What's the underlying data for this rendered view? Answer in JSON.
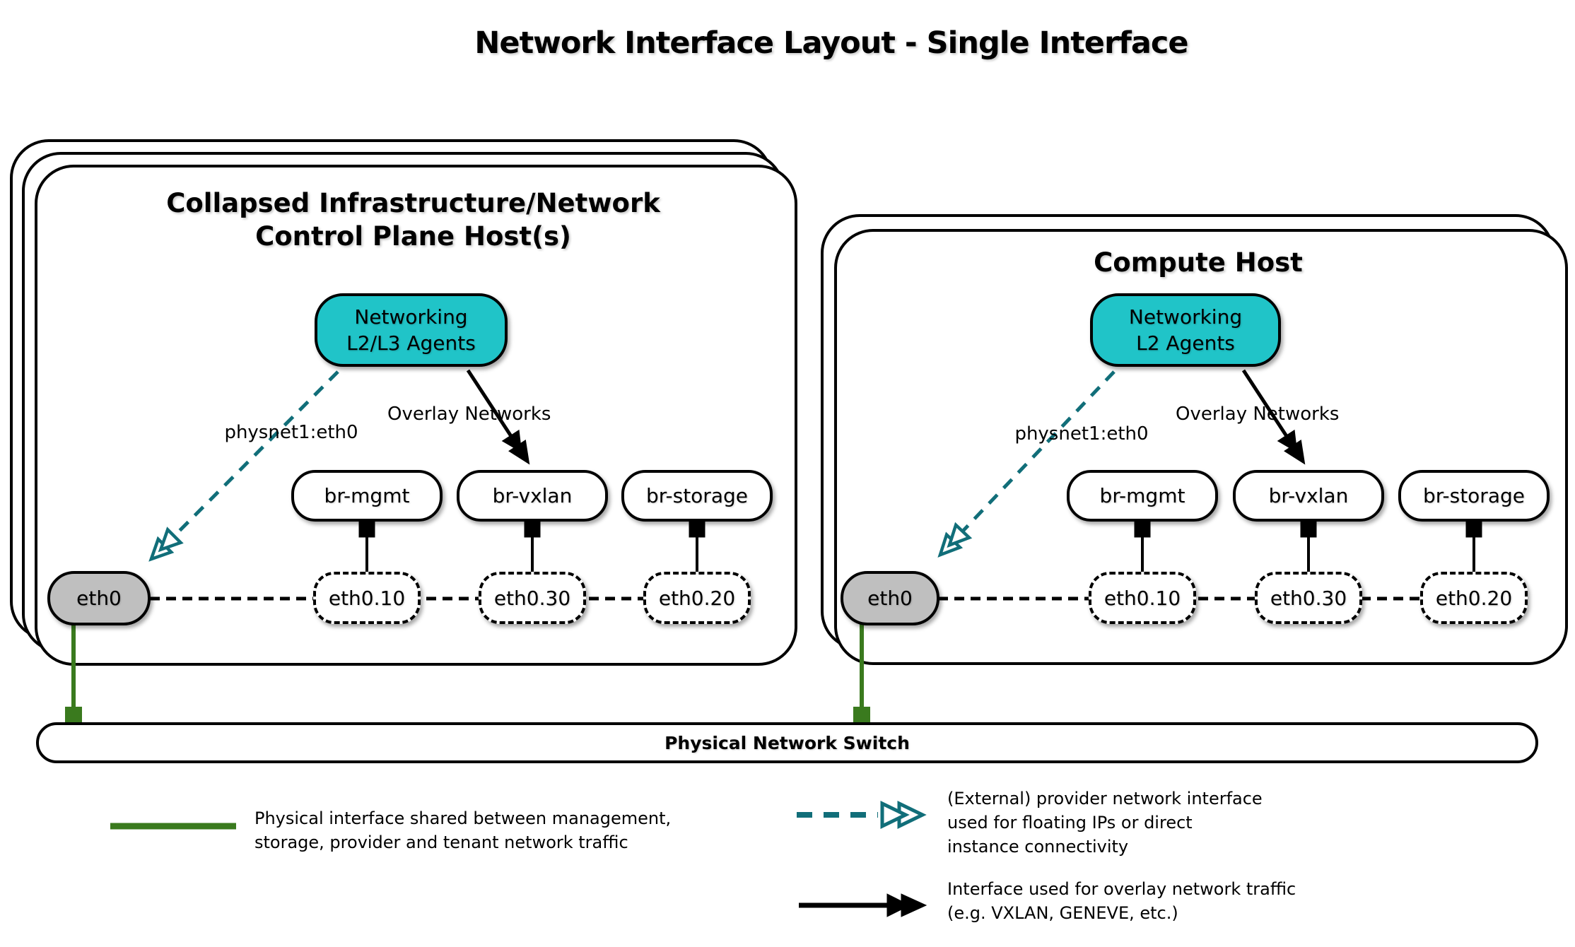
{
  "title": "Network Interface Layout - Single Interface",
  "hosts": [
    {
      "title": "Collapsed Infrastructure/Network\nControl Plane Host(s)",
      "agent_label": "Networking\nL2/L3 Agents",
      "provider_link_label": "physnet1:eth0",
      "overlay_link_label": "Overlay Networks",
      "bridges": [
        "br-mgmt",
        "br-vxlan",
        "br-storage"
      ],
      "phys_interface": "eth0",
      "vlan_interfaces": [
        "eth0.10",
        "eth0.30",
        "eth0.20"
      ]
    },
    {
      "title": "Compute Host",
      "agent_label": "Networking\nL2 Agents",
      "provider_link_label": "physnet1:eth0",
      "overlay_link_label": "Overlay Networks",
      "bridges": [
        "br-mgmt",
        "br-vxlan",
        "br-storage"
      ],
      "phys_interface": "eth0",
      "vlan_interfaces": [
        "eth0.10",
        "eth0.30",
        "eth0.20"
      ]
    }
  ],
  "switch": {
    "label": "Physical Network Switch"
  },
  "legend": [
    {
      "symbol": "green-solid-line",
      "text": "Physical interface shared between management,\nstorage, provider and tenant network traffic"
    },
    {
      "symbol": "teal-dashed-double-arrow",
      "text": "(External) provider network interface\nused for floating IPs or direct\ninstance connectivity"
    },
    {
      "symbol": "black-solid-double-arrow",
      "text": "Interface used for overlay network traffic\n(e.g. VXLAN, GENEVE, etc.)"
    }
  ],
  "colors": {
    "agent_fill": "#20c4c8",
    "provider_arrow": "#116e79",
    "uplink_green": "#3a7a1e",
    "phys_if_fill": "#bfbfbf",
    "line_black": "#000000"
  }
}
